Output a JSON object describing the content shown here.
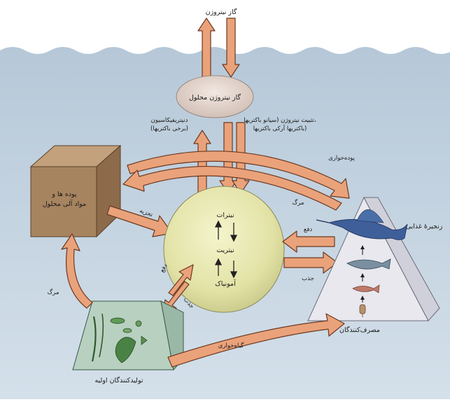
{
  "labels": {
    "nitrogen_gas": "گاز نیتروژن",
    "dissolved_nitrogen_gas": "گاز نیتروژن محلول",
    "denitrification": "دنیتریفیکاسیون",
    "denitrification_sub": "(برخی باکتریها)",
    "nitrogen_fixation": "تثبیت نیتروژن (سیانو باکتریها،",
    "nitrogen_fixation_sub": "باکتریها آرکی باکتریها)",
    "detritivory": "پوده‌خواری",
    "death_top": "مرگ",
    "detritus_box_line1": "پوده ها و",
    "detritus_box_line2": "مواد آلی محلول",
    "decomposition": "تجزیه",
    "nitrate": "نیترات",
    "nitrite": "نیتریت",
    "ammonia": "آمونیاک",
    "excretion_right": "دفع",
    "absorption_right": "جذب",
    "excretion_left": "دفع",
    "absorption_left": "جذب",
    "food_chain": "زنجیرهٔ غذایی",
    "consumers": "مصرف‌کنندگان",
    "death_left": "مرگ",
    "herbivory": "گیاه‌خواری",
    "primary_producers": "تولیدکنندگان اولیه"
  },
  "colors": {
    "water": "#c8d8e6",
    "arrow_fill": "#eaa27a",
    "arrow_stroke": "#6b3a22",
    "sphere": "#e2e2a6",
    "box": "#a78460",
    "pyramid": "#e6e6ec",
    "producers": "#b8d0c0",
    "ellipse": "#e3d3cb"
  }
}
